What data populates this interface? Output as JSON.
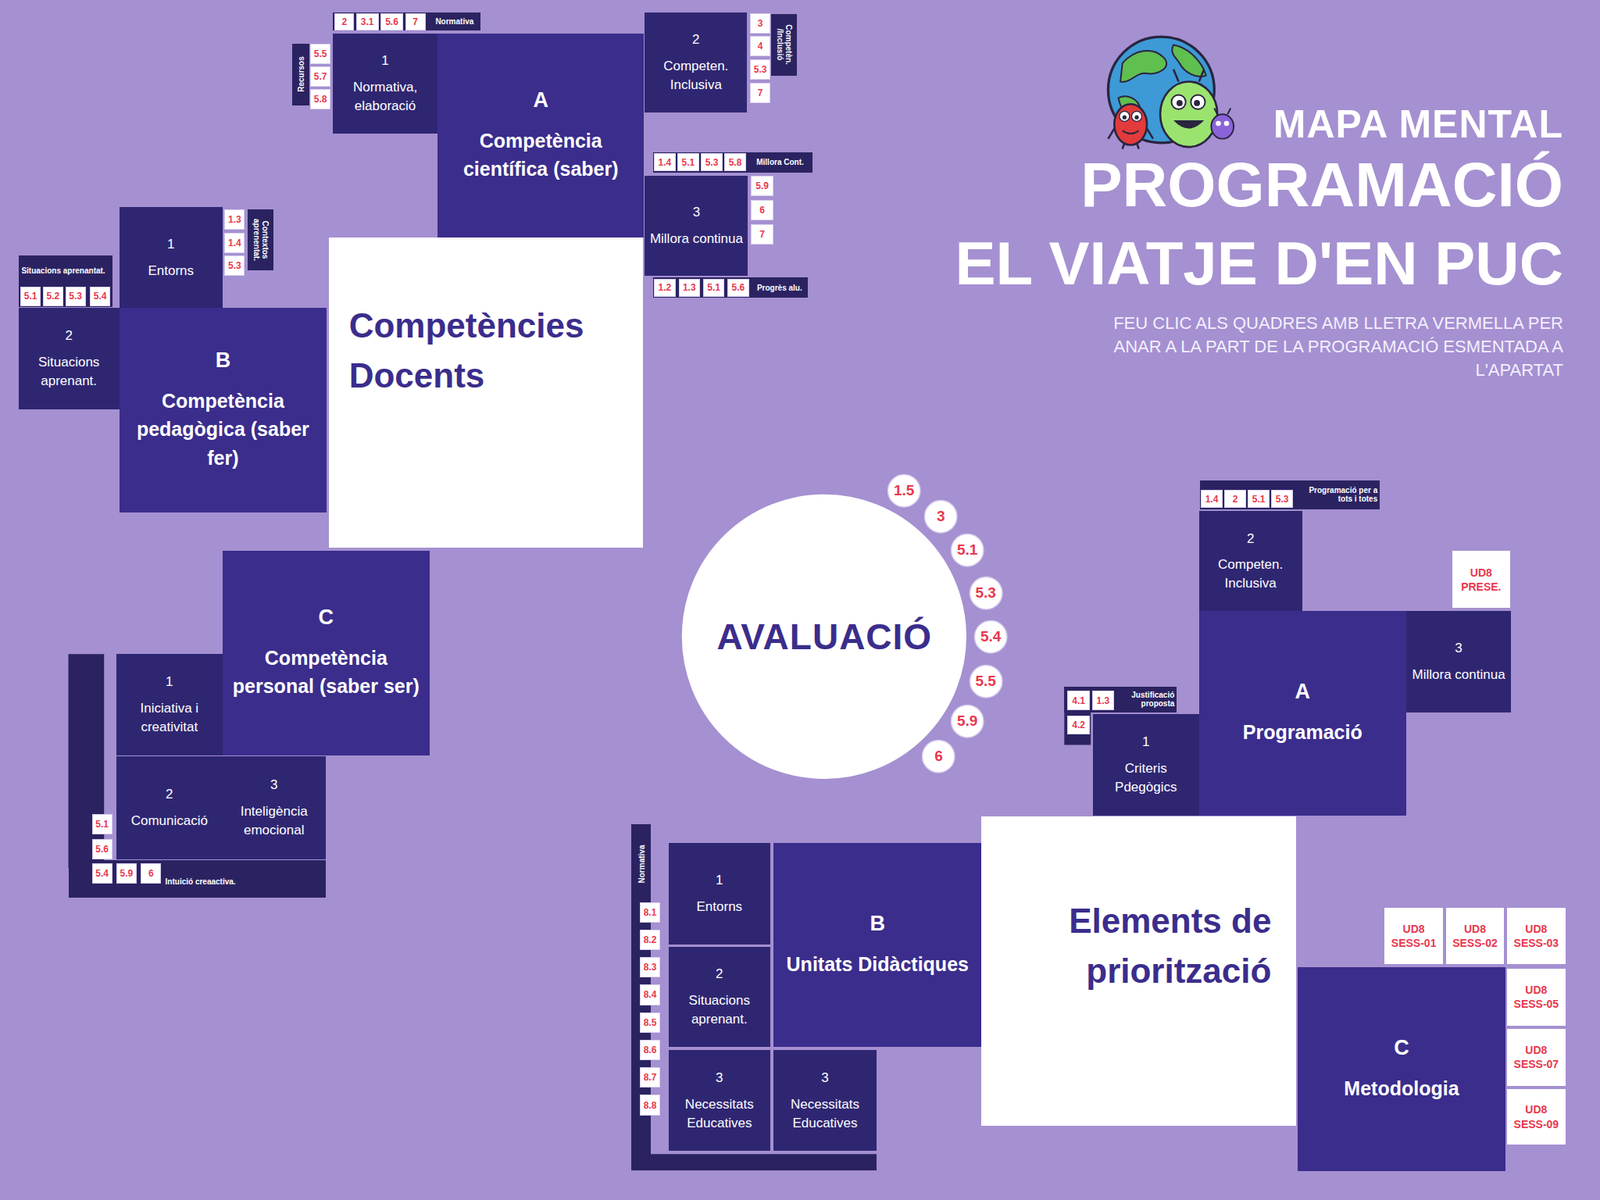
{
  "diagram": {
    "title": "PROGRAMACIÓ",
    "caption": "FEU CLIC ALS QUADRES AMB LLETRA VERMELLA PER ANAR A LA PART DE LA PROGRAMACIÓ ESMENTADA A L'APARTAT",
    "nodes": [
      {
        "text": [
          "Competències Docents"
        ]
      },
      {
        "text": [
          "A",
          "Competència científica (saber)"
        ]
      },
      {
        "text": [
          "1",
          "Normativa, elaboració"
        ]
      },
      {
        "text": [
          "Normativa"
        ]
      },
      {
        "text": [
          "2"
        ],
        "in": 3
      },
      {
        "text": [
          "3.1"
        ],
        "in": 3
      },
      {
        "text": [
          "5.6"
        ],
        "in": 3
      },
      {
        "text": [
          "7"
        ],
        "in": 3
      },
      {
        "text": [
          "Recursos"
        ]
      },
      {
        "text": [
          "5.5"
        ]
      },
      {
        "text": [
          "5.7"
        ]
      },
      {
        "text": [
          "5.8"
        ]
      },
      {
        "text": [
          "2",
          "Competen. Inclusiva"
        ]
      },
      {
        "text": [
          "Competèn. /Inclusió"
        ]
      },
      {
        "text": [
          "3"
        ]
      },
      {
        "text": [
          "4"
        ]
      },
      {
        "text": [
          "5.3"
        ]
      },
      {
        "text": [
          "7"
        ]
      },
      {
        "text": [
          "Millora Cont."
        ]
      },
      {
        "text": [
          "1.4"
        ],
        "in": 18
      },
      {
        "text": [
          "5.1"
        ],
        "in": 18
      },
      {
        "text": [
          "5.3"
        ],
        "in": 18
      },
      {
        "text": [
          "5.8"
        ],
        "in": 18
      },
      {
        "text": [
          "3",
          "Millora continua"
        ]
      },
      {
        "text": [
          "5.9"
        ]
      },
      {
        "text": [
          "6"
        ]
      },
      {
        "text": [
          "7"
        ]
      },
      {
        "text": [
          "Progrès alu."
        ]
      },
      {
        "text": [
          "1.2"
        ],
        "in": 27
      },
      {
        "text": [
          "1.3"
        ],
        "in": 27
      },
      {
        "text": [
          "5.1"
        ],
        "in": 27
      },
      {
        "text": [
          "5.6"
        ],
        "in": 27
      },
      {
        "text": [
          "B",
          "Competència pedagògica (saber fer)"
        ]
      },
      {
        "text": [
          "1",
          "Entorns"
        ]
      },
      {
        "text": [
          "Contextos aprenentat."
        ]
      },
      {
        "text": [
          "1.3"
        ]
      },
      {
        "text": [
          "1.4"
        ]
      },
      {
        "text": [
          "5.3"
        ]
      },
      {
        "text": [
          "2",
          "Situacions aprenant."
        ]
      },
      {
        "text": [
          "Situacions aprenantat."
        ]
      },
      {
        "text": [
          "5.1"
        ],
        "in": 39
      },
      {
        "text": [
          "5.2"
        ],
        "in": 39
      },
      {
        "text": [
          "5.3"
        ],
        "in": 39
      },
      {
        "text": [
          "5.4"
        ],
        "in": 39
      },
      {
        "text": [
          "C",
          "Competència personal (saber ser)"
        ]
      },
      {
        "text": [
          "1",
          "Iniciativa i creativitat"
        ]
      },
      {
        "text": [
          "2",
          "Comunicació"
        ]
      },
      {
        "text": [
          "3",
          "Inteligència emocional"
        ]
      },
      {
        "text": [
          "Intuició creaactiva."
        ]
      },
      {
        "text": [
          "5.4"
        ],
        "in": 48
      },
      {
        "text": [
          "5.9"
        ],
        "in": 48
      },
      {
        "text": [
          "6"
        ],
        "in": 48
      },
      {
        "text": [
          "5.1"
        ]
      },
      {
        "text": [
          "5.6"
        ]
      },
      {
        "text": [
          "AVALUACIÓ"
        ]
      },
      {
        "text": [
          "1.5"
        ]
      },
      {
        "text": [
          "3"
        ]
      },
      {
        "text": [
          "5.1"
        ]
      },
      {
        "text": [
          "5.3"
        ]
      },
      {
        "text": [
          "5.4"
        ]
      },
      {
        "text": [
          "5.5"
        ]
      },
      {
        "text": [
          "5.9"
        ]
      },
      {
        "text": [
          "6"
        ]
      },
      {
        "text": [
          "Elements de priorització"
        ]
      },
      {
        "text": [
          "A",
          "Programació"
        ]
      },
      {
        "text": [
          "2",
          "Competen. Inclusiva"
        ]
      },
      {
        "text": [
          "Programació per a tots i totes"
        ]
      },
      {
        "text": [
          "1.4"
        ],
        "in": 66
      },
      {
        "text": [
          "2"
        ],
        "in": 66
      },
      {
        "text": [
          "5.1"
        ],
        "in": 66
      },
      {
        "text": [
          "5.3"
        ],
        "in": 66
      },
      {
        "text": [
          "3",
          "Millora continua"
        ]
      },
      {
        "text": [
          "UD8 PRESE."
        ]
      },
      {
        "text": [
          "1",
          "Criteris Pdegògics"
        ]
      },
      {
        "text": [
          "Justificació proposta"
        ]
      },
      {
        "text": [
          "4.1"
        ],
        "in": 74
      },
      {
        "text": [
          "1.3"
        ],
        "in": 74
      },
      {
        "text": [
          "4.2"
        ]
      },
      {
        "text": [
          "B",
          "Unitats Didàctiques"
        ]
      },
      {
        "text": [
          "1",
          "Entorns"
        ]
      },
      {
        "text": [
          "2",
          "Situacions aprenant."
        ]
      },
      {
        "text": [
          "3",
          "Necessitats Educatives"
        ]
      },
      {
        "text": [
          "3",
          "Necessitats Educatives"
        ]
      },
      {
        "text": [
          "Normativa"
        ]
      },
      {
        "text": [
          "8.1"
        ]
      },
      {
        "text": [
          "8.2"
        ]
      },
      {
        "text": [
          "8.3"
        ]
      },
      {
        "text": [
          "8.4"
        ]
      },
      {
        "text": [
          "8.5"
        ]
      },
      {
        "text": [
          "8.6"
        ]
      },
      {
        "text": [
          "8.7"
        ]
      },
      {
        "text": [
          "8.8"
        ]
      },
      {
        "text": [
          "C",
          "Metodologia"
        ]
      },
      {
        "text": [
          "UD8 SESS-01"
        ]
      },
      {
        "text": [
          "UD8 SESS-02"
        ]
      },
      {
        "text": [
          "UD8 SESS-03"
        ]
      },
      {
        "text": [
          "UD8 SESS-05"
        ]
      },
      {
        "text": [
          "UD8 SESS-07"
        ]
      },
      {
        "text": [
          "UD8 SESS-09"
        ]
      }
    ],
    "labels": [
      "MAPA MENTAL",
      "EL VIATJE D'EN PUC"
    ]
  }
}
